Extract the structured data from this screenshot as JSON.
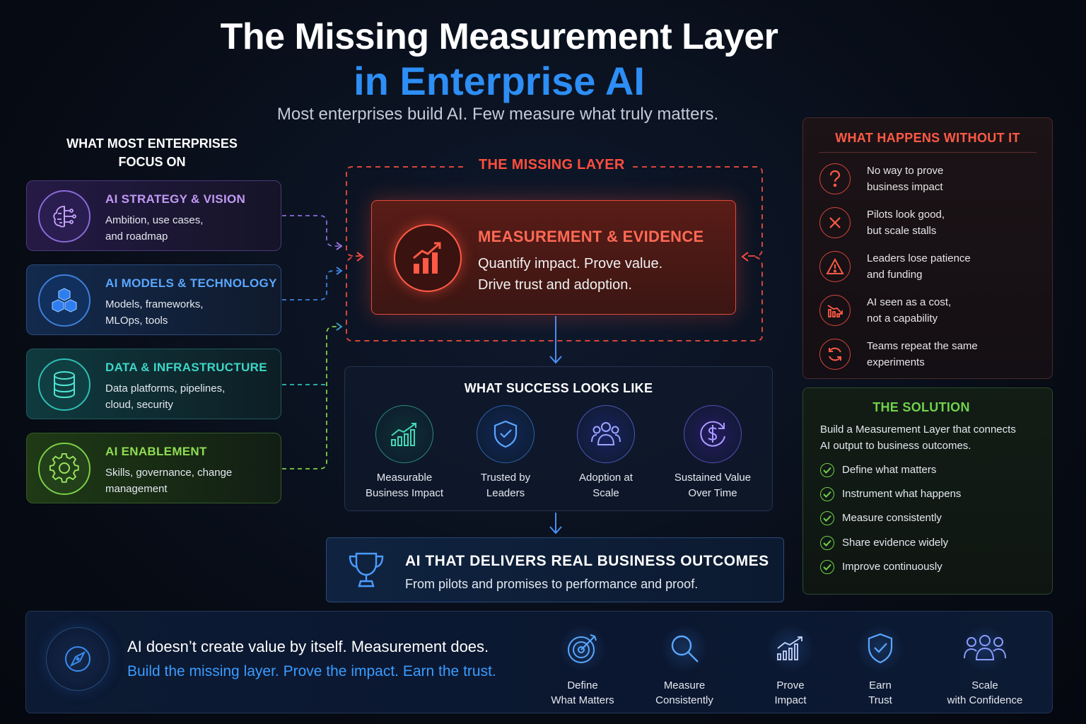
{
  "title_line1": "The Missing Measurement Layer",
  "title_line2": "in Enterprise AI",
  "subtitle": "Most enterprises build AI. Few measure what truly matters.",
  "left_heading_line1": "WHAT MOST ENTERPRISES",
  "left_heading_line2": "FOCUS ON",
  "focus_cards": [
    {
      "title": "AI STRATEGY & VISION",
      "line1": "Ambition, use cases,",
      "line2": "and roadmap",
      "icon": "brain-circuit-icon",
      "color": "#c09af5"
    },
    {
      "title": "AI MODELS & TECHNOLOGY",
      "line1": "Models, frameworks,",
      "line2": "MLOps, tools",
      "icon": "cubes-icon",
      "color": "#5aa7ff"
    },
    {
      "title": "DATA & INFRASTRUCTURE",
      "line1": "Data platforms, pipelines,",
      "line2": "cloud, security",
      "icon": "database-icon",
      "color": "#3fd6c6"
    },
    {
      "title": "AI ENABLEMENT",
      "line1": "Skills, governance, change",
      "line2": "management",
      "icon": "gear-icon",
      "color": "#8fdc52"
    }
  ],
  "missing_layer_label": "THE MISSING LAYER",
  "measurement": {
    "title": "MEASUREMENT & EVIDENCE",
    "line1": "Quantify impact. Prove value.",
    "line2": "Drive trust and adoption.",
    "icon": "bar-chart-trend-icon",
    "color": "#ff5a45"
  },
  "success": {
    "heading": "WHAT SUCCESS LOOKS LIKE",
    "items": [
      {
        "line1": "Measurable",
        "line2": "Business Impact",
        "icon": "bar-chart-icon",
        "color": "#34c3a8"
      },
      {
        "line1": "Trusted by",
        "line2": "Leaders",
        "icon": "shield-check-icon",
        "color": "#4a8ff5"
      },
      {
        "line1": "Adoption at",
        "line2": "Scale",
        "icon": "users-icon",
        "color": "#7f8cf5"
      },
      {
        "line1": "Sustained Value",
        "line2": "Over Time",
        "icon": "dollar-cycle-icon",
        "color": "#8a7df5"
      }
    ]
  },
  "outcome": {
    "title": "AI THAT DELIVERS REAL BUSINESS OUTCOMES",
    "description": "From pilots and promises to performance and proof.",
    "icon": "trophy-icon"
  },
  "without": {
    "heading": "WHAT HAPPENS WITHOUT IT",
    "items": [
      {
        "line1": "No way to prove",
        "line2": "business impact",
        "icon": "question-icon"
      },
      {
        "line1": "Pilots look good,",
        "line2": "but scale stalls",
        "icon": "x-icon"
      },
      {
        "line1": "Leaders lose patience",
        "line2": "and funding",
        "icon": "warning-icon"
      },
      {
        "line1": "AI seen as a cost,",
        "line2": "not a capability",
        "icon": "declining-chart-icon"
      },
      {
        "line1": "Teams repeat the same",
        "line2": "experiments",
        "icon": "cycle-icon"
      }
    ]
  },
  "solution": {
    "heading": "THE SOLUTION",
    "description_line1": "Build a Measurement Layer that connects",
    "description_line2": "AI output to business outcomes.",
    "items": [
      "Define what matters",
      "Instrument what happens",
      "Measure consistently",
      "Share evidence widely",
      "Improve continuously"
    ]
  },
  "bottom": {
    "line1": "AI doesn’t create value by itself. Measurement does.",
    "line2": "Build the missing layer. Prove the impact. Earn the trust.",
    "icon": "compass-icon",
    "steps": [
      {
        "line1": "Define",
        "line2": "What Matters",
        "icon": "target-icon"
      },
      {
        "line1": "Measure",
        "line2": "Consistently",
        "icon": "magnifier-icon"
      },
      {
        "line1": "Prove",
        "line2": "Impact",
        "icon": "growth-chart-icon"
      },
      {
        "line1": "Earn",
        "line2": "Trust",
        "icon": "shield-check-icon"
      },
      {
        "line1": "Scale",
        "line2": "with Confidence",
        "icon": "group-icon"
      }
    ]
  },
  "colors": {
    "accent_blue": "#2d8ef5",
    "accent_red": "#ff4d3d",
    "accent_green": "#6fd24a",
    "background": "#070b14"
  }
}
